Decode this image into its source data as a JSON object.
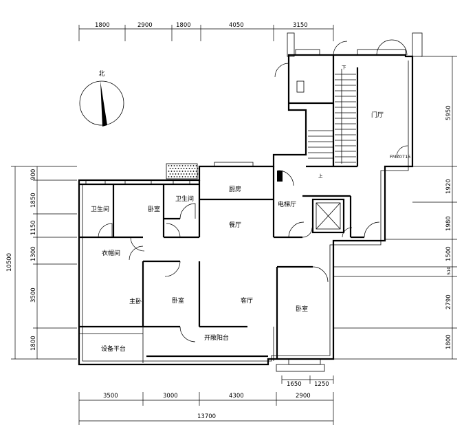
{
  "compass": {
    "north_label": "北"
  },
  "rooms": {
    "bath1": "卫生间",
    "bedroom_top": "卧室",
    "bath2": "卫生间",
    "kitchen": "厨房",
    "elevator_hall": "电梯厅",
    "foyer": "门厅",
    "dining": "餐厅",
    "cloakroom": "衣帽间",
    "master": "主卧",
    "bedroom_mid": "卧室",
    "living": "客厅",
    "bedroom_right": "卧室",
    "equipment": "设备平台",
    "balcony": "开敞阳台"
  },
  "stairs": {
    "down": "下",
    "up": "上"
  },
  "door_tag": "FMZ0715",
  "dims": {
    "top": [
      "1800",
      "2900",
      "1800",
      "4050",
      "3150"
    ],
    "bottom": [
      "3500",
      "3000",
      "4300",
      "2900"
    ],
    "bottom_total": "13700",
    "bay": [
      "1650",
      "1250"
    ],
    "left": [
      "900",
      "1850",
      "1150",
      "1300",
      "3500",
      "1800"
    ],
    "left_total": "10500",
    "right": [
      "5950",
      "1920",
      "1980",
      "1500",
      "510",
      "2790",
      "1800"
    ]
  }
}
